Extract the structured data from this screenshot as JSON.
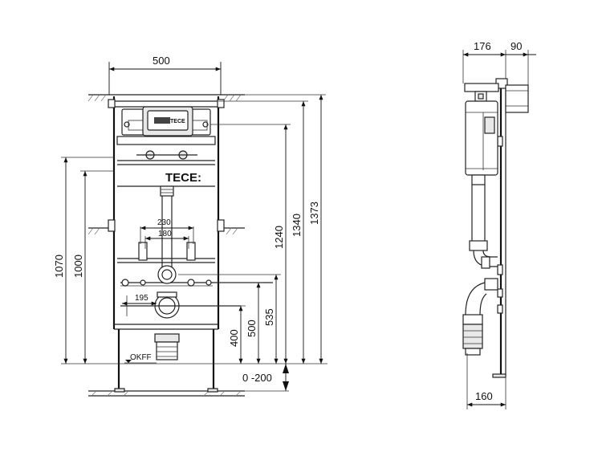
{
  "brand": {
    "logo_text": "TECE:",
    "panel_text": "TECE"
  },
  "front_view": {
    "width_label": "500",
    "d230": "230",
    "d180": "180",
    "d195": "195",
    "height_1070": "1070",
    "height_1000": "1000",
    "height_1240": "1240",
    "height_1340": "1340",
    "height_1373": "1373",
    "height_400": "400",
    "height_500": "500",
    "height_535": "535",
    "adjust_range": "0 -200",
    "floor_mark": "OKFF"
  },
  "side_view": {
    "depth_176": "176",
    "depth_90": "90",
    "depth_160": "160"
  }
}
